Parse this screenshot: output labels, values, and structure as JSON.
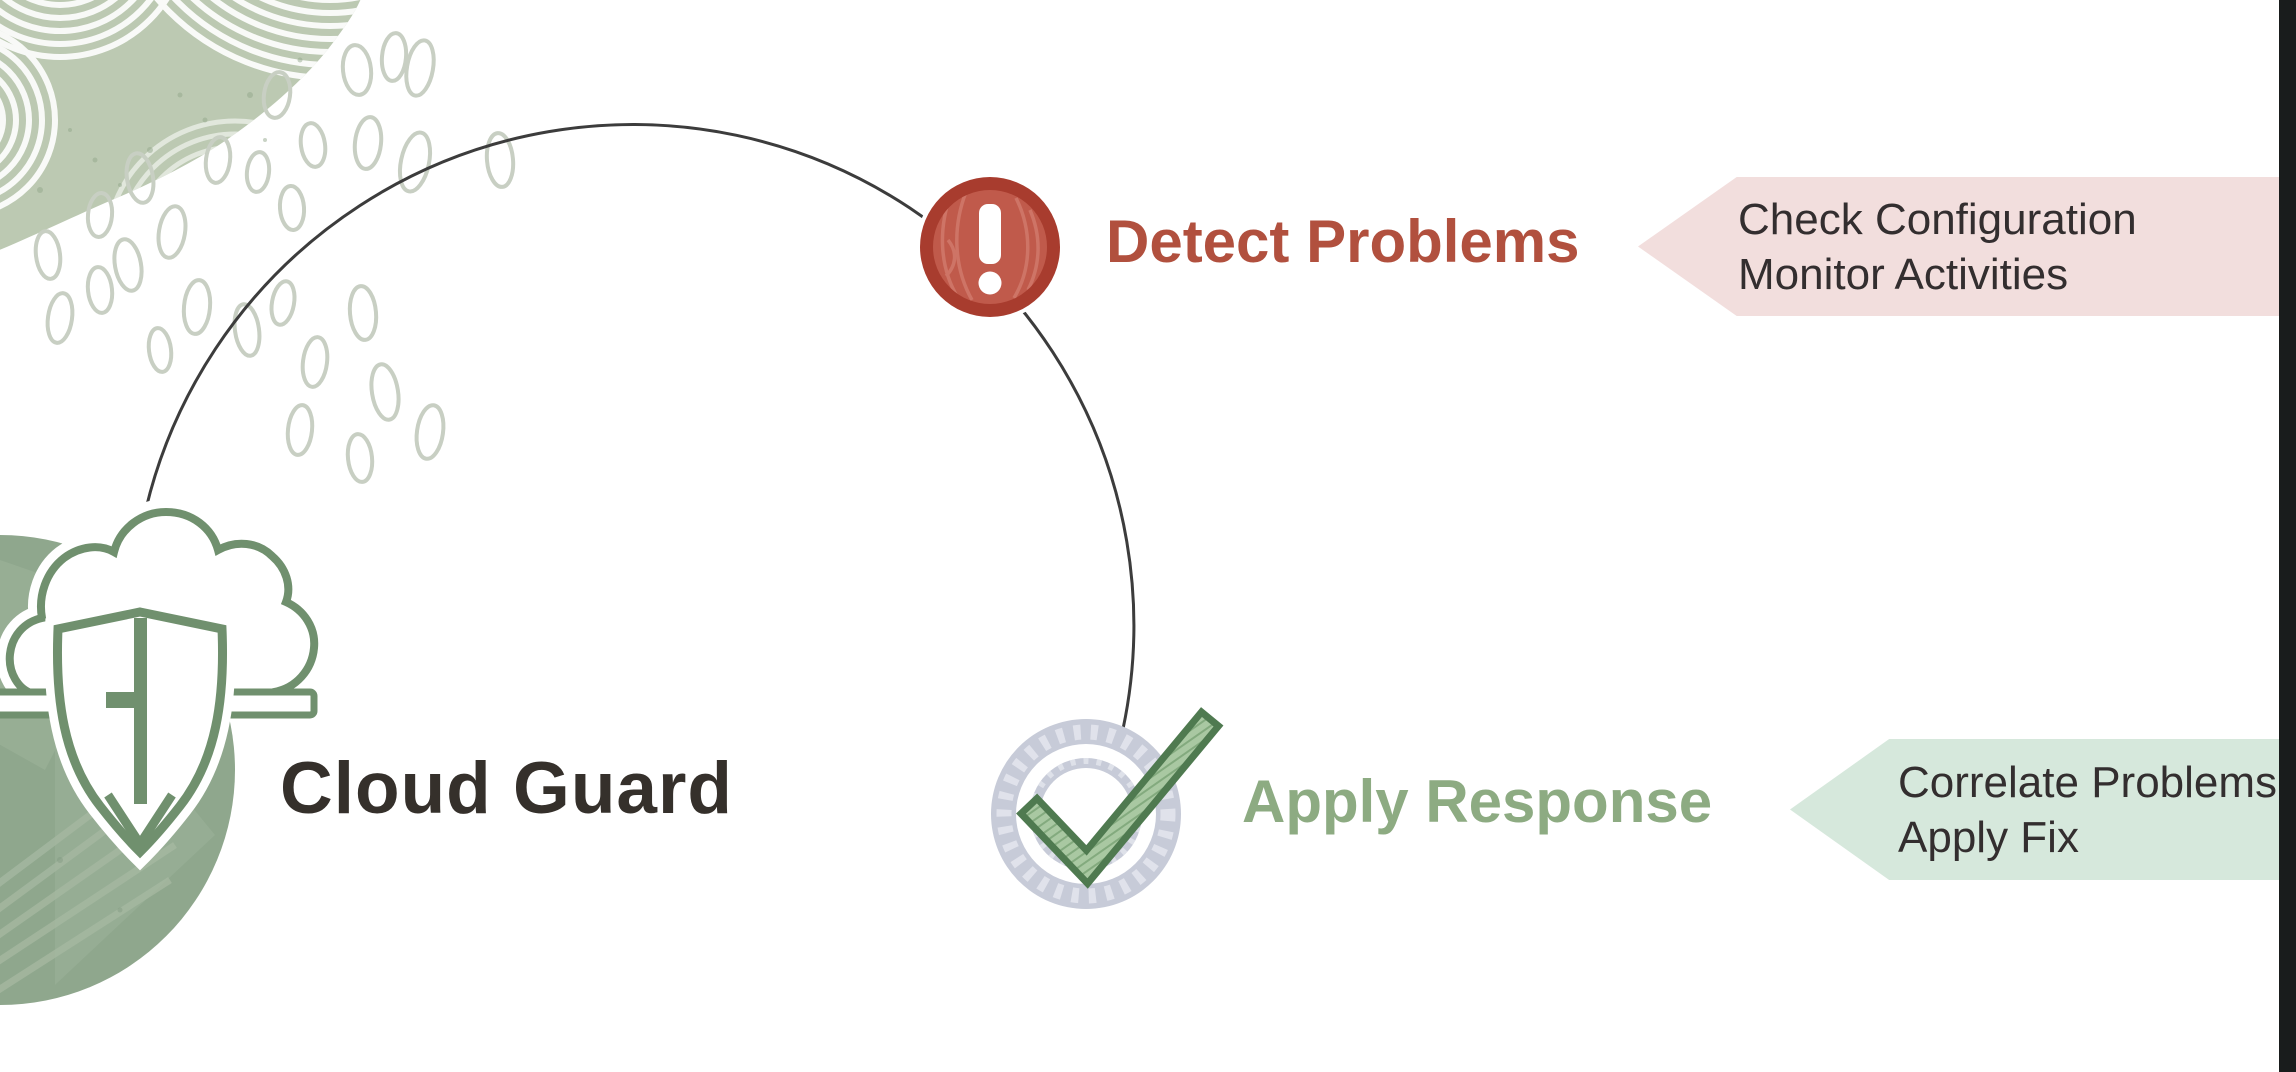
{
  "hub": {
    "label": "Cloud Guard",
    "icon": "cloud-shield-icon"
  },
  "detect": {
    "label": "Detect Problems",
    "icon": "alert-icon",
    "banner": {
      "line1": "Check Configuration",
      "line2": "Monitor Activities"
    }
  },
  "respond": {
    "label": "Apply Response",
    "icon": "checkmark-icon",
    "banner": {
      "line1": "Correlate Problems",
      "line2": "Apply Fix"
    }
  },
  "colors": {
    "detect_accent": "#b1503e",
    "detect_ring": "#a83c2e",
    "detect_fill": "#c05a4b",
    "respond_accent": "#8dab82",
    "check_fill": "#a9c8a2",
    "check_border": "#4f7a50",
    "ring_gray": "#c7cbd8",
    "sage_outline": "#70906e",
    "blob_light": "#bcc9b2",
    "blob_dark": "#8fa78d",
    "banner_pink": "#f2dedd",
    "banner_green": "#d6e8dc",
    "banner_text": "#332e2f",
    "hub_text": "#35302b",
    "arc_line": "#3c3c3c",
    "edge_bar": "#191c1c"
  }
}
